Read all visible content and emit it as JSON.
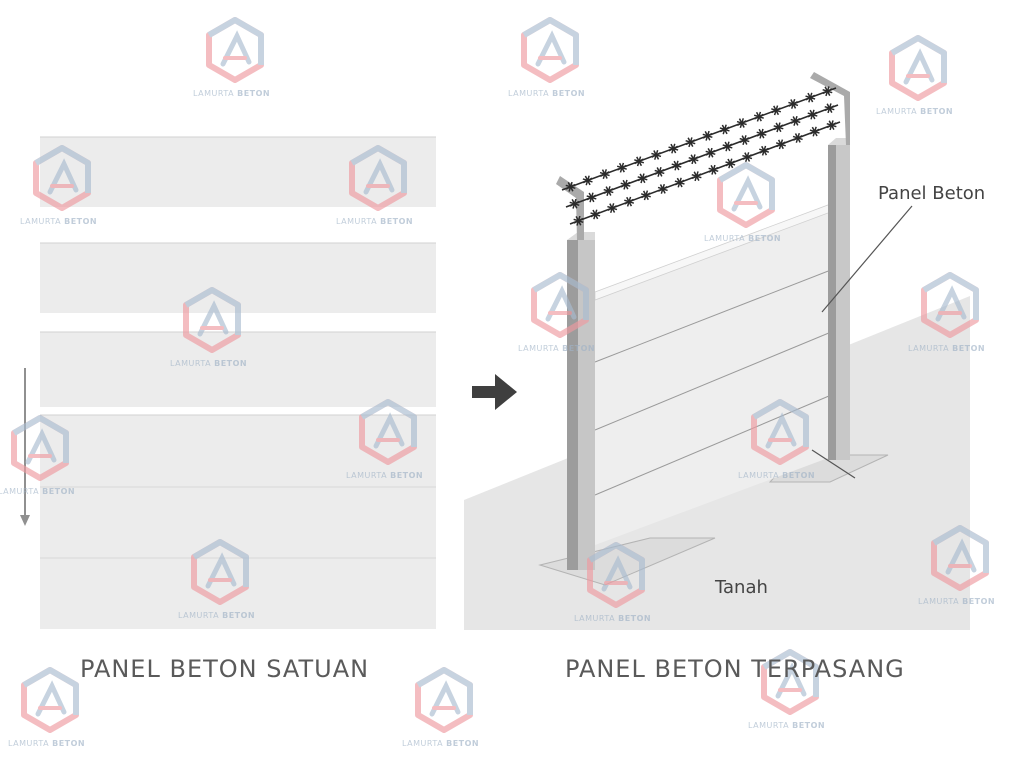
{
  "left_caption": "PANEL BETON SATUAN",
  "right_caption": "PANEL BETON TERPASANG",
  "callouts": {
    "panel": "Panel Beton",
    "ground": "Tanah"
  },
  "watermark": {
    "brand_light": "LAMURTA",
    "brand_bold": "BETON"
  },
  "colors": {
    "panel_fill": "#ececec",
    "panel_edge": "#d2d2d2",
    "arrow": "#3f3f3f",
    "ground": "#e6e6e6",
    "post_dark": "#9c9c9c",
    "post_light": "#c6c6c6",
    "barbed_wire": "#2b2b2b",
    "watermark_red": "#ef9aa0",
    "watermark_blue": "#9fb2c6"
  },
  "icons": {
    "transition": "right-arrow-icon",
    "direction": "down-arrow-icon",
    "logo": "lamurta-beton-logo"
  }
}
